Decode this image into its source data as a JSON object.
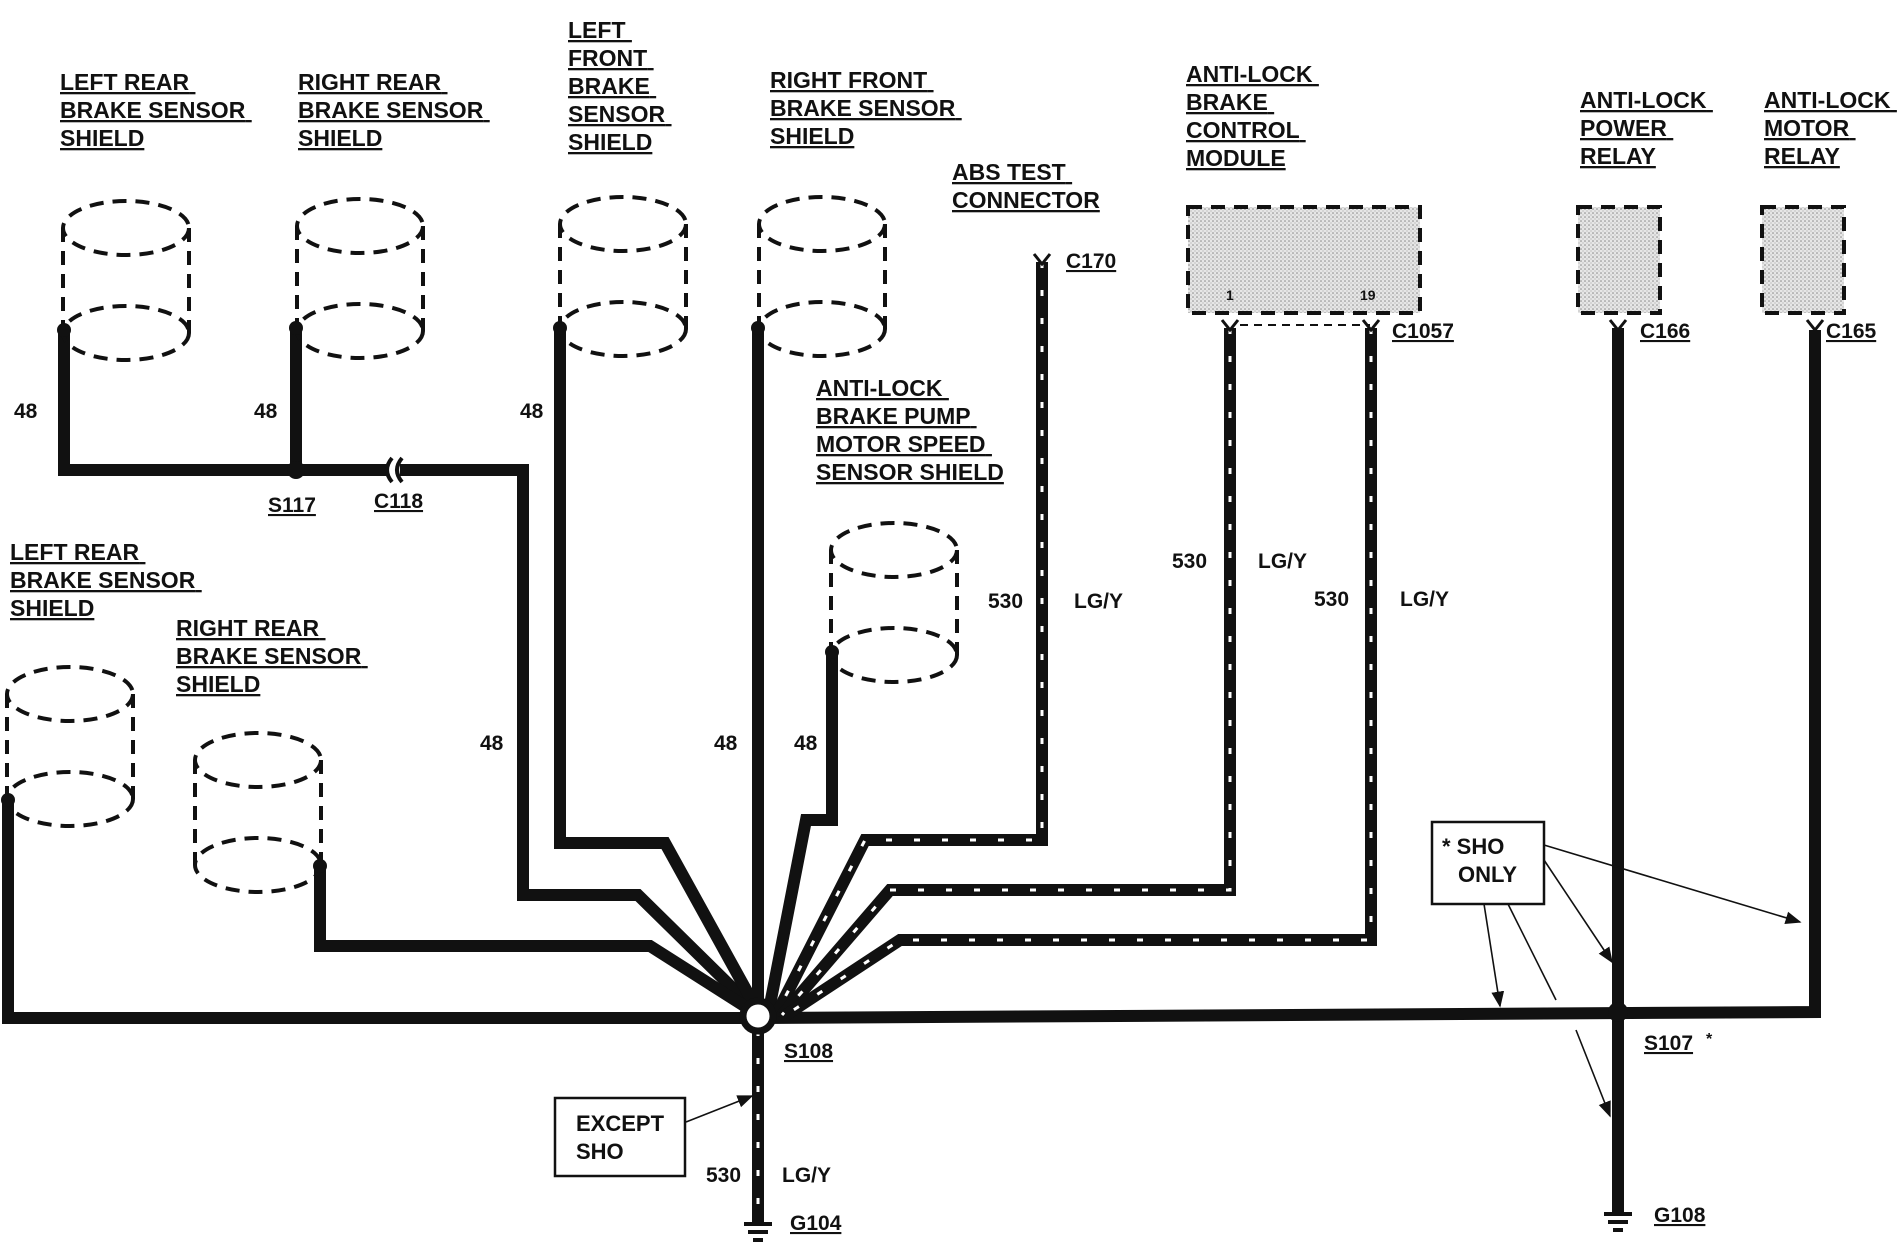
{
  "components": {
    "lr_shield_top": [
      "LEFT REAR",
      "BRAKE SENSOR",
      "SHIELD"
    ],
    "rr_shield_top": [
      "RIGHT REAR",
      "BRAKE SENSOR",
      "SHIELD"
    ],
    "lf_shield": [
      "LEFT",
      "FRONT",
      "BRAKE",
      "SENSOR",
      "SHIELD"
    ],
    "rf_shield": [
      "RIGHT FRONT",
      "BRAKE SENSOR",
      "SHIELD"
    ],
    "abs_test_connector": [
      "ABS TEST",
      "CONNECTOR"
    ],
    "abs_module": [
      "ANTI-LOCK",
      "BRAKE",
      "CONTROL",
      "MODULE"
    ],
    "power_relay": [
      "ANTI-LOCK",
      "POWER",
      "RELAY"
    ],
    "motor_relay": [
      "ANTI-LOCK",
      "MOTOR",
      "RELAY"
    ],
    "pump_shield": [
      "ANTI-LOCK",
      "BRAKE PUMP",
      "MOTOR SPEED",
      "SENSOR SHIELD"
    ],
    "lr_shield_bottom": [
      "LEFT REAR",
      "BRAKE SENSOR",
      "SHIELD"
    ],
    "rr_shield_bottom": [
      "RIGHT REAR",
      "BRAKE SENSOR",
      "SHIELD"
    ]
  },
  "connectors": {
    "c170": "C170",
    "c1057": "C1057",
    "c166": "C166",
    "c165": "C165",
    "c118": "C118",
    "module_pin_1": "1",
    "module_pin_19": "19"
  },
  "splices": {
    "s117": "S117",
    "s108": "S108",
    "s107": "S107",
    "s107_mark": "*"
  },
  "grounds": {
    "g104": "G104",
    "g108": "G108"
  },
  "wires": {
    "circuit_48": "48",
    "circuit_530": "530",
    "color_lgy": "LG/Y"
  },
  "notes": {
    "except_sho": [
      "EXCEPT",
      "SHO"
    ],
    "sho_only": [
      "* SHO",
      "ONLY"
    ]
  }
}
